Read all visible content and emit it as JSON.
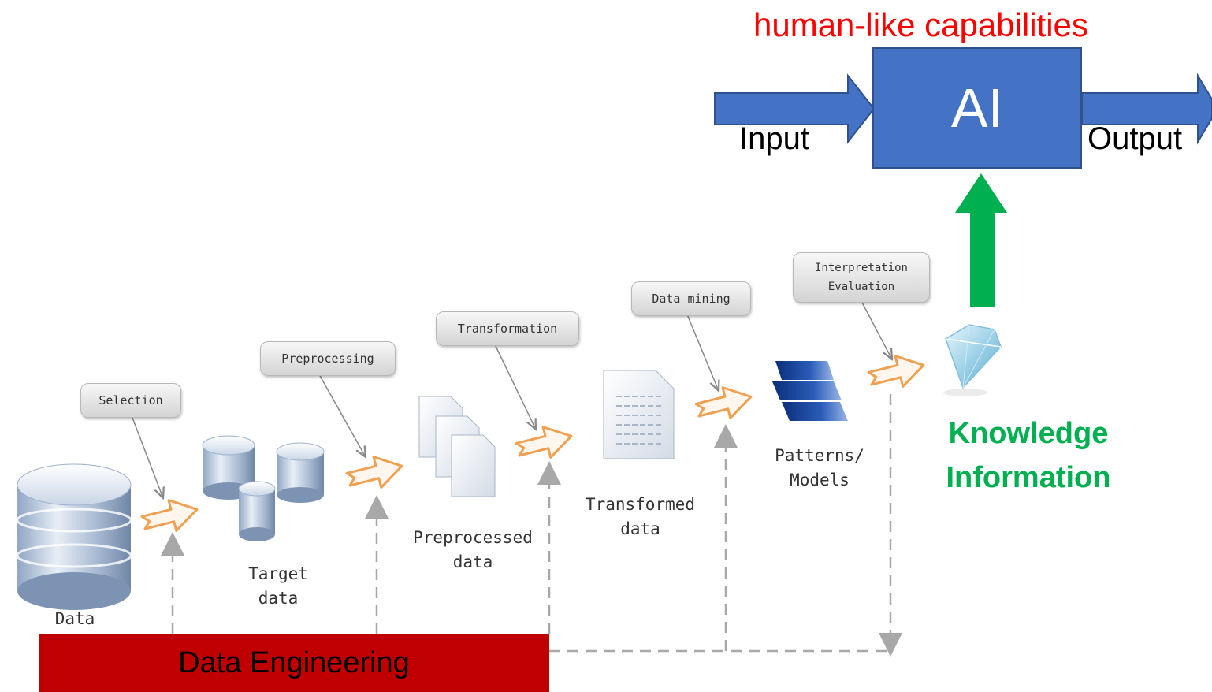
{
  "ai": {
    "heading": "human-like capabilities",
    "box_label": "AI",
    "input_label": "Input",
    "output_label": "Output"
  },
  "kdd": {
    "steps": [
      "Selection",
      "Preprocessing",
      "Transformation",
      "Data mining",
      "Interpretation\nEvaluation"
    ],
    "artifacts": [
      "Data",
      "Target\ndata",
      "Preprocessed\ndata",
      "Transformed\ndata",
      "Patterns/\nModels"
    ],
    "knowledge_label": "Knowledge\nInformation"
  },
  "banner": {
    "label": "Data Engineering"
  },
  "colors": {
    "ai_blue": "#4472c4",
    "heading_red": "#ff0000",
    "knowledge_green": "#00b050",
    "banner_red": "#c00000",
    "flow_orange": "#f0a050"
  }
}
